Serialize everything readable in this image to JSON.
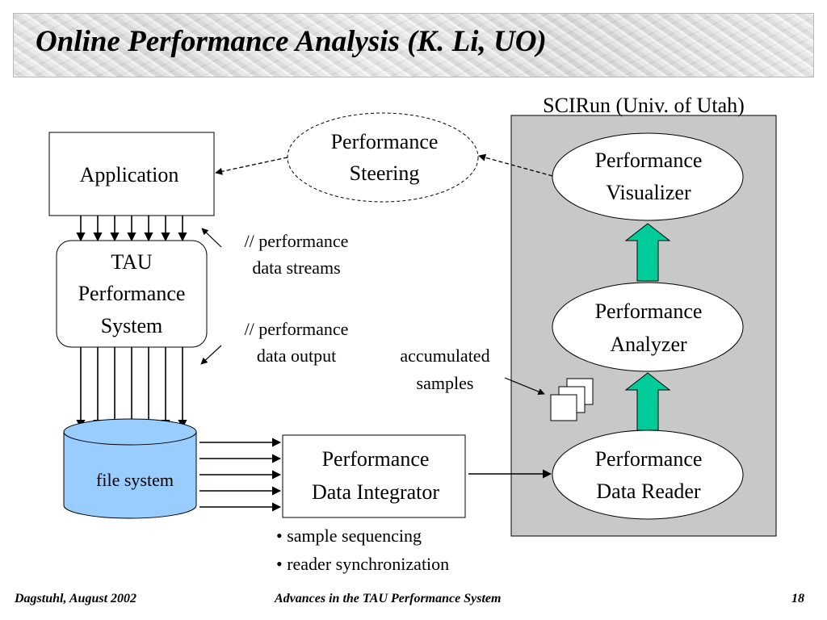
{
  "slide": {
    "title": "Online Performance Analysis (K. Li, UO)",
    "footer_left": "Dagstuhl, August 2002",
    "footer_center": "Advances in the TAU Performance System",
    "page_number": "18"
  },
  "diagram": {
    "sciRun_label": "SCIRun (Univ. of Utah)",
    "application": "Application",
    "tau": [
      "TAU",
      "Performance",
      "System"
    ],
    "steering": [
      "Performance",
      "Steering"
    ],
    "streams_label": [
      "// performance",
      "data streams"
    ],
    "output_label": [
      "// performance",
      "data output"
    ],
    "file_system": "file system",
    "integrator": [
      "Performance",
      "Data Integrator"
    ],
    "integrator_notes": [
      "• sample sequencing",
      "• reader synchronization"
    ],
    "accumulated": [
      "accumulated",
      "samples"
    ],
    "visualizer": [
      "Performance",
      "Visualizer"
    ],
    "analyzer": [
      "Performance",
      "Analyzer"
    ],
    "reader": [
      "Performance",
      "Data Reader"
    ]
  },
  "colors": {
    "sciRun_panel": "#c8c8c8",
    "flow_arrow": "#00cc99",
    "file_system": "#99ccff"
  }
}
